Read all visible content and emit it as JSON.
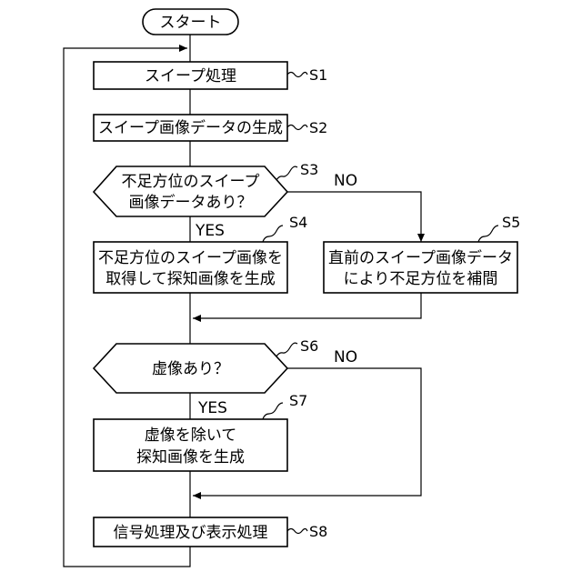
{
  "nodes": {
    "start": "スタート",
    "s1": "スイープ処理",
    "s2": "スイープ画像データの生成",
    "s3": [
      "不足方位のスイープ",
      "画像データあり？"
    ],
    "s4": [
      "不足方位のスイープ画像を",
      "取得して探知画像を生成"
    ],
    "s5": [
      "直前のスイープ画像データ",
      "により不足方位を補間"
    ],
    "s6": "虚像あり？",
    "s7": [
      "虚像を除いて",
      "探知画像を生成"
    ],
    "s8": "信号処理及び表示処理"
  },
  "step_labels": {
    "s1": "S1",
    "s2": "S2",
    "s3": "S3",
    "s4": "S4",
    "s5": "S5",
    "s6": "S6",
    "s7": "S7",
    "s8": "S8"
  },
  "branches": {
    "s3_yes": "YES",
    "s3_no": "NO",
    "s6_yes": "YES",
    "s6_no": "NO"
  }
}
